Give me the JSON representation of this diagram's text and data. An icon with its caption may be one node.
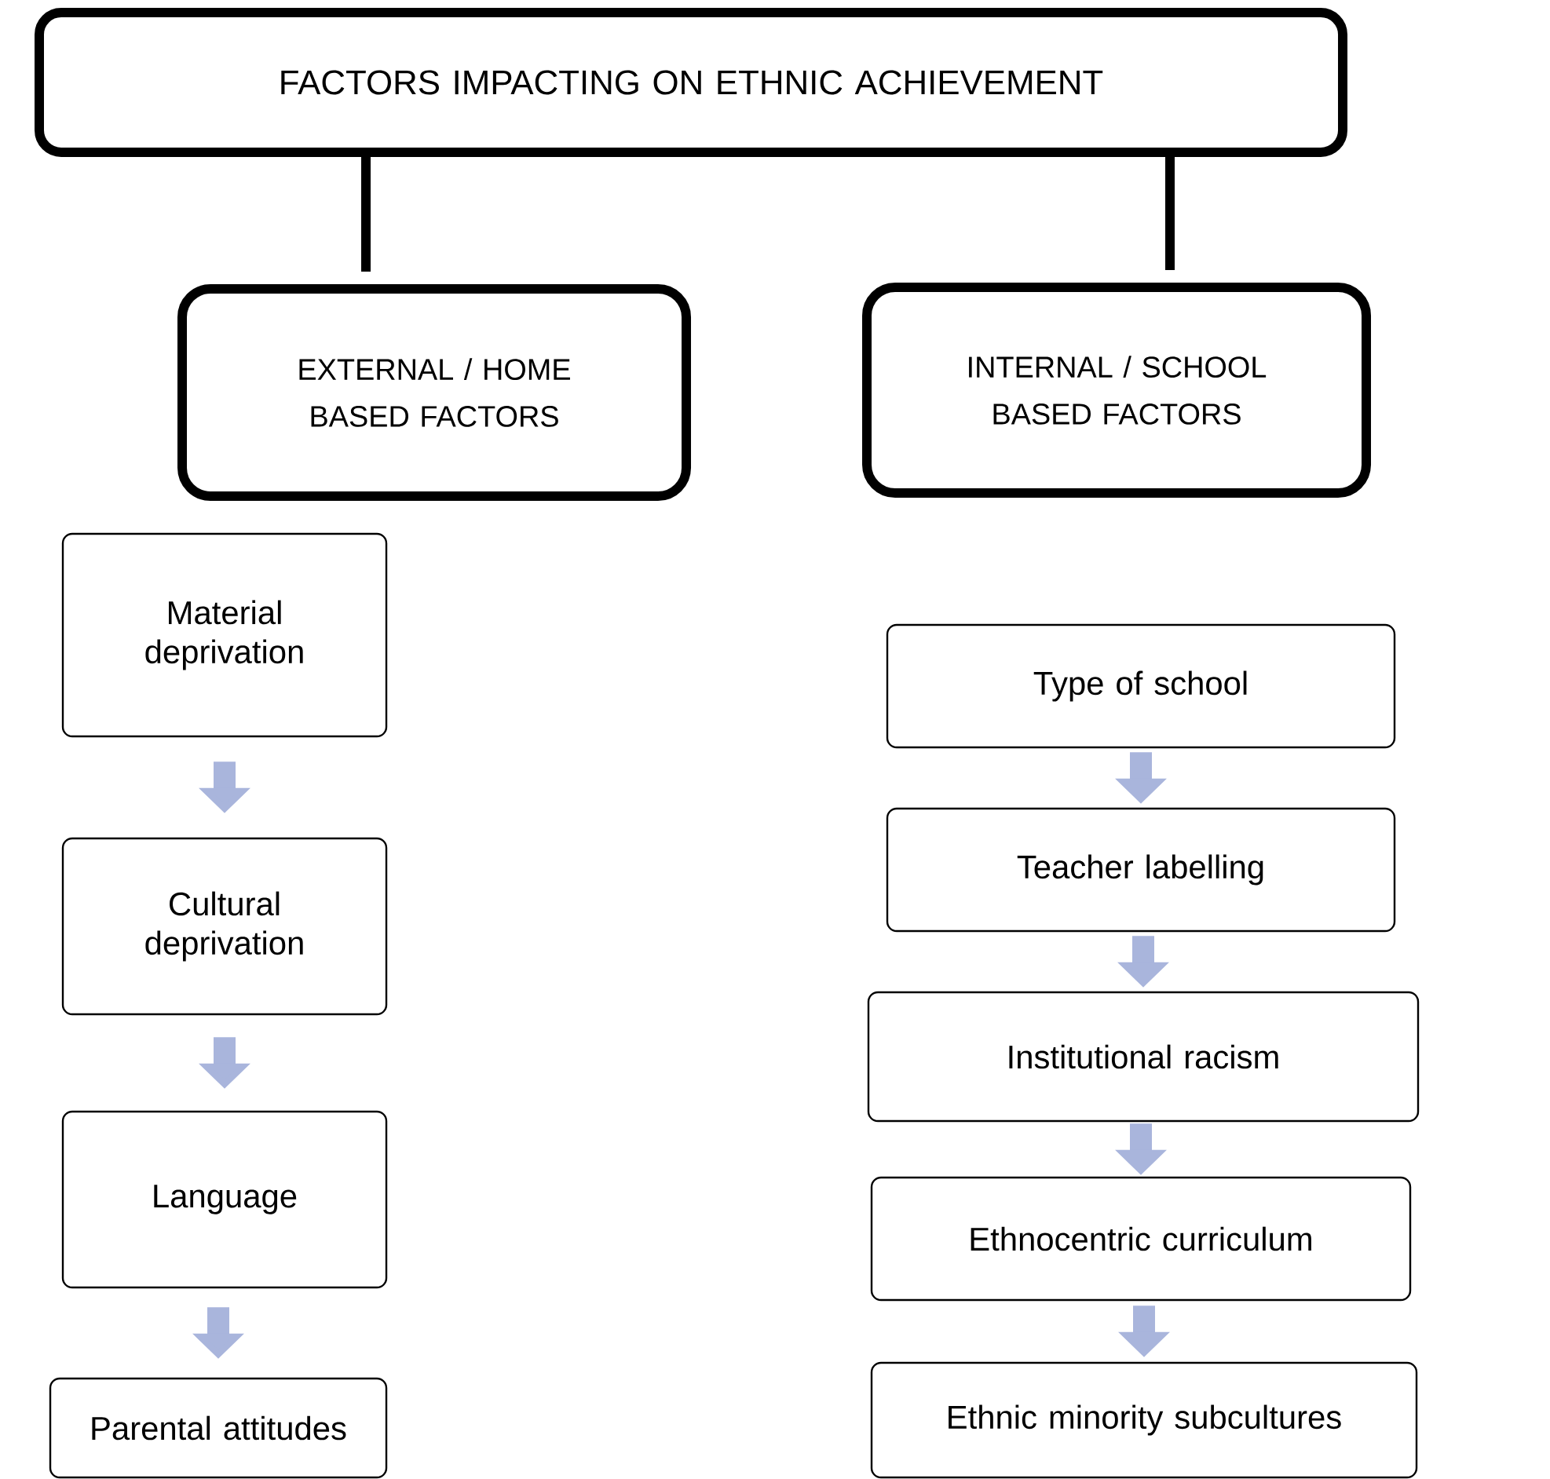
{
  "diagram": {
    "nodes": [
      {
        "text": [
          "FACTORS IMPACTING ON ETHNIC ACHIEVEMENT"
        ]
      },
      {
        "text": [
          "EXTERNAL / HOME BASED FACTORS"
        ]
      },
      {
        "text": [
          "INTERNAL / SCHOOL BASED FACTORS"
        ]
      },
      {
        "text": [
          "Material deprivation"
        ]
      },
      {
        "text": [
          "Cultural deprivation"
        ]
      },
      {
        "text": [
          "Language"
        ]
      },
      {
        "text": [
          "Parental attitudes"
        ]
      },
      {
        "text": [
          "Type of school"
        ]
      },
      {
        "text": [
          "Teacher labelling"
        ]
      },
      {
        "text": [
          "Institutional racism"
        ]
      },
      {
        "text": [
          "Ethnocentric curriculum"
        ]
      },
      {
        "text": [
          "Ethnic minority subcultures"
        ]
      }
    ],
    "edges": [
      {
        "from": 0,
        "to": 1,
        "arrow": "none",
        "color": "#000000"
      },
      {
        "from": 0,
        "to": 2,
        "arrow": "none",
        "color": "#000000"
      },
      {
        "from": 3,
        "to": 4,
        "arrow": "to"
      },
      {
        "from": 4,
        "to": 5,
        "arrow": "to"
      },
      {
        "from": 5,
        "to": 6,
        "arrow": "to"
      },
      {
        "from": 7,
        "to": 8,
        "arrow": "to"
      },
      {
        "from": 8,
        "to": 9,
        "arrow": "to"
      },
      {
        "from": 9,
        "to": 10,
        "arrow": "to"
      },
      {
        "from": 10,
        "to": 11,
        "arrow": "to"
      }
    ]
  }
}
